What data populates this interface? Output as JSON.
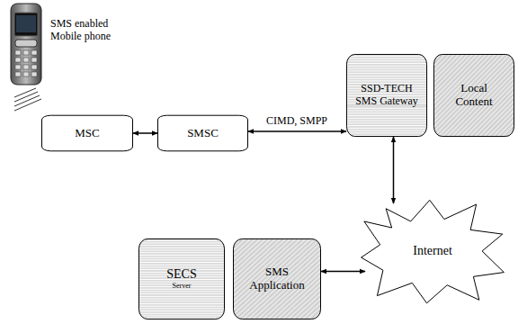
{
  "diagram": {
    "nodes": [
      {
        "text": [
          "MSC"
        ]
      },
      {
        "text": [
          "SMSC"
        ]
      },
      {
        "text": [
          "SSD-TECH SMS Gateway"
        ]
      },
      {
        "text": [
          "Local Content"
        ]
      },
      {
        "text": [
          "SECS",
          "Server"
        ]
      },
      {
        "text": [
          "SMS Application"
        ]
      },
      {
        "text": [
          "Internet"
        ]
      }
    ],
    "edges": [
      {
        "from": 0,
        "to": 1,
        "arrow": "both"
      },
      {
        "from": 1,
        "to": 2,
        "label": "CIMD, SMPP",
        "arrow": "both"
      },
      {
        "from": 2,
        "to": 6,
        "arrow": "both"
      },
      {
        "from": 5,
        "to": 6,
        "arrow": "both"
      }
    ],
    "labels": [
      "SMS enabled Mobile phone"
    ]
  }
}
